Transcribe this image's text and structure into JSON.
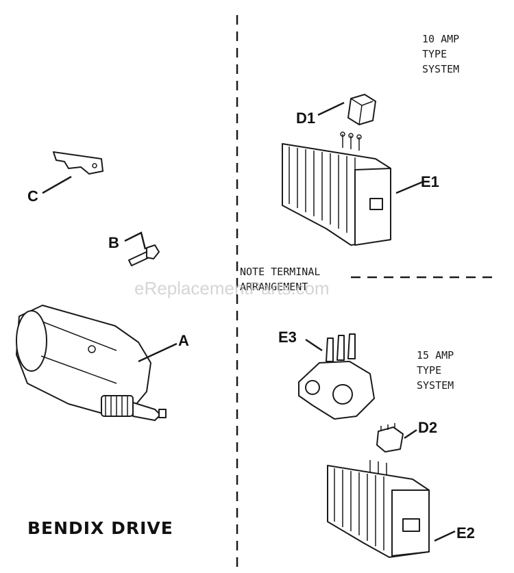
{
  "watermark": "eReplacementParts.com",
  "notes": {
    "amp10": [
      "10 AMP",
      "TYPE",
      "SYSTEM"
    ],
    "amp15": [
      "15 AMP",
      "TYPE",
      "SYSTEM"
    ],
    "terminal": [
      "NOTE TERMINAL",
      "ARRANGEMENT"
    ]
  },
  "labels": {
    "a": "A",
    "b": "B",
    "c": "C",
    "d1": "D1",
    "d2": "D2",
    "e1": "E1",
    "e2": "E2",
    "e3": "E3"
  },
  "caption": "BENDIX DRIVE"
}
